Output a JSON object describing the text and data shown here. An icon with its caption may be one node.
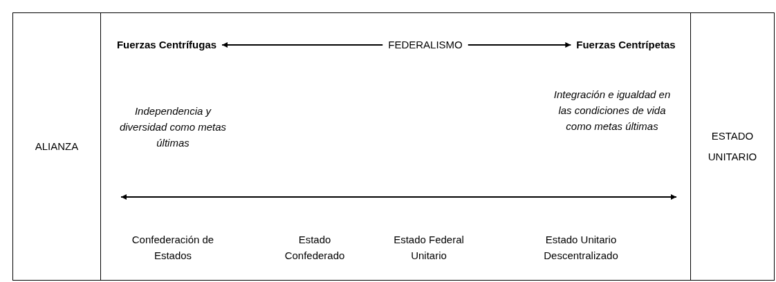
{
  "diagram": {
    "nodes": [
      {
        "text": [
          "ALIANZA"
        ]
      },
      {
        "text": [],
        "shape": "box"
      },
      {
        "text": [
          "Fuerzas Centrífugas"
        ],
        "in": 1
      },
      {
        "text": [
          "FEDERALISMO"
        ],
        "in": 1
      },
      {
        "text": [
          "Fuerzas Centrípetas"
        ],
        "in": 1
      },
      {
        "text": [
          "ESTADO UNITARIO"
        ]
      }
    ],
    "edges": [
      {
        "from": 3,
        "to": 2,
        "arrow": "to"
      },
      {
        "from": 3,
        "to": 4,
        "arrow": "to"
      }
    ],
    "labels": [
      "Independencia y diversidad como metas últimas",
      "Integración e igualdad en las condiciones de vida como metas últimas",
      "Confederación de Estados",
      "Estado Confederado",
      "Estado Federal Unitario",
      "Estado Unitario Descentralizado"
    ]
  }
}
